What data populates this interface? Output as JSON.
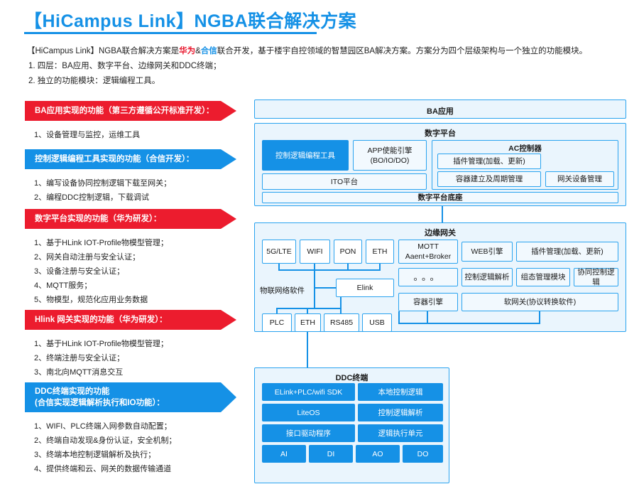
{
  "header": {
    "title": "【HiCampus Link】NGBA联合解决方案",
    "accent_color": "#1591e6"
  },
  "intro": {
    "line1_a": "【HiCampus Link】NGBA联合解决方案是",
    "line1_hw": "华为",
    "line1_amp": "&",
    "line1_hx": "合信",
    "line1_b": "联合开发，基于楼宇自控领域的智慧园区BA解决方案。方案分为四个层级架构与一个独立的功能模块。",
    "line2": "1. 四层：BA应用、数字平台、边缘网关和DDC终端；",
    "line3": "2. 独立的功能模块：逻辑编程工具。",
    "huawei_color": "#e8162c",
    "hexin_color": "#1591e6"
  },
  "left_sections": [
    {
      "banner": "BA应用实现的功能（第三方遵循公开标准开发）：",
      "banner_color": "#ec1c2e",
      "bullets": [
        "1、设备管理与监控，运维工具"
      ]
    },
    {
      "banner": "控制逻辑编程工具实现的功能（合信开发）：",
      "banner_color": "#1591e6",
      "bullets": [
        "1、编写设备协同控制逻辑下载至网关；",
        "2、编程DDC控制逻辑，下载调试"
      ]
    },
    {
      "banner": "数字平台实现的功能（华为研发）：",
      "banner_color": "#ec1c2e",
      "bullets": [
        "1、基于HLink IOT-Profile物模型管理；",
        "2、网关自动注册与安全认证；",
        "3、设备注册与安全认证；",
        "4、MQTT服务；",
        "5、物模型，规范化应用业务数据"
      ]
    },
    {
      "banner": "Hlink 网关实现的功能（华为研发）：",
      "banner_color": "#ec1c2e",
      "bullets": [
        "1、基于HLink IOT-Profile物模型管理；",
        "2、终端注册与安全认证；",
        "3、南北向MQTT消息交互"
      ]
    },
    {
      "banner_l1": "DDC终端实现的功能",
      "banner_l2": "(合信实现逻辑解析执行和IO功能）：",
      "banner_color": "#1591e6",
      "bullets": [
        "1、WIFI、PLC终端入网参数自动配置；",
        "2、终端自动发现&身份认证，安全机制；",
        "3、终端本地控制逻辑解析及执行；",
        "4、提供终端和云、网关的数据传输通道"
      ]
    }
  ],
  "diagram": {
    "ba_app": {
      "title": "BA应用"
    },
    "digital_platform": {
      "title": "数字平台",
      "logic_tool": "控制逻辑编程工具",
      "app_engine_l1": "APP使能引擎",
      "app_engine_l2": "(BO/IO/DO)",
      "ito": "ITO平台",
      "ac_controller": {
        "title": "AC控制器",
        "plugin_mgmt": "插件管理(加载、更新)",
        "container_lifecycle": "容器建立及周期管理",
        "gateway_device_mgmt": "网关设备管理"
      },
      "base": "数字平台底座"
    },
    "edge_gateway": {
      "title": "边缘网关",
      "uplinks": [
        "5G/LTE",
        "WIFI",
        "PON",
        "ETH"
      ],
      "iot_software_label": "物联网络软件",
      "elink": "Elink",
      "downlinks": [
        "PLC",
        "ETH",
        "RS485",
        "USB"
      ],
      "mqtt_l1": "MOTT",
      "mqtt_l2": "Aaent+Broker",
      "web_engine": "WEB引擎",
      "plugin_mgmt": "插件管理(加载、更新)",
      "dots": "。。。",
      "logic_parse": "控制逻辑解析",
      "config_module": "组态管理模块",
      "coop_logic": "协同控制逻辑",
      "container_engine": "容器引擎",
      "soft_gateway": "软网关(协议转换软件)"
    },
    "ddc_terminal": {
      "title": "DDC终端",
      "rows": [
        [
          "ELink+PLC/wifi SDK",
          "本地控制逻辑"
        ],
        [
          "LiteOS",
          "控制逻辑解析"
        ],
        [
          "接口驱动程序",
          "逻辑执行单元"
        ]
      ],
      "io": [
        "AI",
        "DI",
        "AO",
        "DO"
      ]
    }
  }
}
